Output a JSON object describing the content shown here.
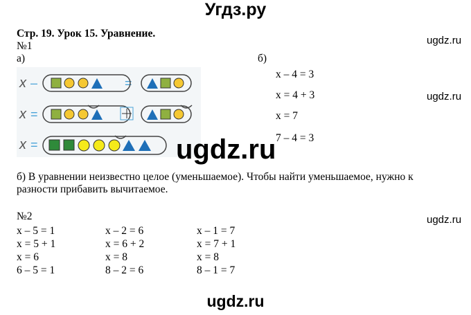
{
  "site_title": "Угдз.ру",
  "heading": "Стр. 19. Урок 15. Уравнение.",
  "watermark": "ugdz.ru",
  "task1": {
    "label": "№1",
    "part_a": "а)",
    "part_b": "б)",
    "equations": [
      "x – 4 = 3",
      "x = 4 + 3",
      "x = 7",
      "7 – 4 = 3"
    ],
    "explanation_line1": "б) В уравнении неизвестно целое (уменьшаемое). Чтобы найти уменьшаемое, нужно к",
    "explanation_line2": "разности прибавить вычитаемое.",
    "picture": {
      "row1_left": "x –",
      "row1_eq": "=",
      "row2_left": "x =",
      "row3_left": "x ="
    }
  },
  "task2": {
    "label": "№2",
    "columns": [
      [
        "x – 5 = 1",
        "x = 5 + 1",
        "x = 6",
        "6 – 5 = 1"
      ],
      [
        "x – 2 = 6",
        "x = 6 + 2",
        "x = 8",
        "8 – 2 = 6"
      ],
      [
        "x – 1 = 7",
        "x = 7 + 1",
        "x = 8",
        "8 – 1 = 7"
      ]
    ]
  }
}
